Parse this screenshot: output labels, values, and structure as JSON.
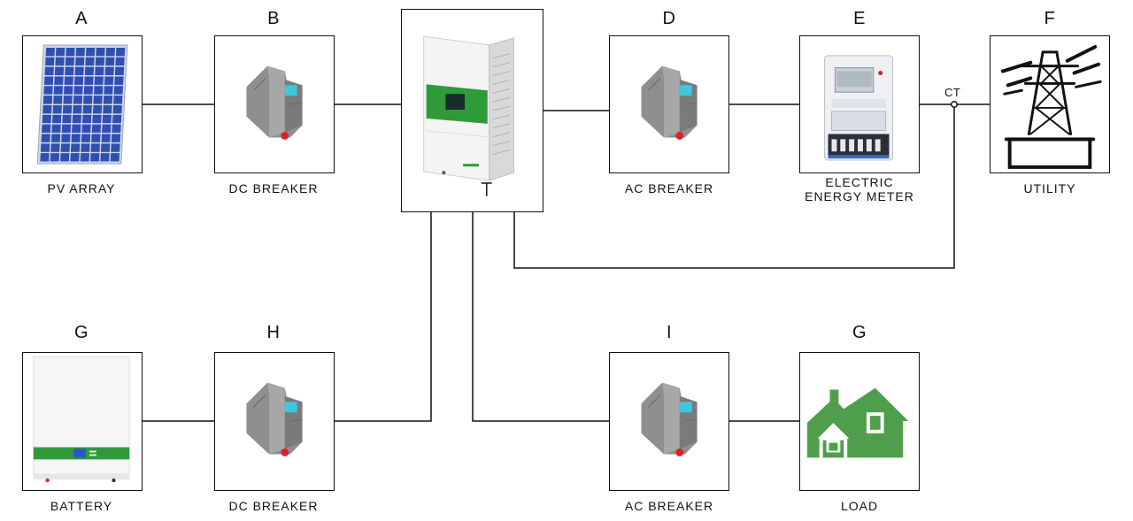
{
  "components": {
    "A": {
      "letter": "A",
      "caption": "PV ARRAY",
      "icon": "solar-panel-icon"
    },
    "B": {
      "letter": "B",
      "caption": "DC BREAKER",
      "icon": "breaker-icon"
    },
    "D": {
      "letter": "D",
      "caption": "AC BREAKER",
      "icon": "breaker-icon"
    },
    "E": {
      "letter": "E",
      "caption_line1": "ELECTRIC",
      "caption_line2": "ENERGY METER",
      "icon": "energy-meter-icon"
    },
    "F": {
      "letter": "F",
      "caption": "UTILITY",
      "icon": "transmission-tower-icon"
    },
    "G1": {
      "letter": "G",
      "caption": "BATTERY",
      "icon": "battery-icon"
    },
    "H": {
      "letter": "H",
      "caption": "DC BREAKER",
      "icon": "breaker-icon"
    },
    "I": {
      "letter": "I",
      "caption": "AC BREAKER",
      "icon": "breaker-icon"
    },
    "G2": {
      "letter": "G",
      "caption": "LOAD",
      "icon": "house-icon"
    }
  },
  "inverter": {
    "icon": "inverter-icon"
  },
  "ct": {
    "label": "CT"
  },
  "colors": {
    "line": "#111111",
    "panel_blue": "#2f4fb0",
    "inverter_green": "#2f9a3a",
    "house_green": "#4f9e4b",
    "breaker_gray": "#8a8a8a",
    "breaker_cyan": "#3ec8e0",
    "breaker_red": "#d8232a"
  }
}
